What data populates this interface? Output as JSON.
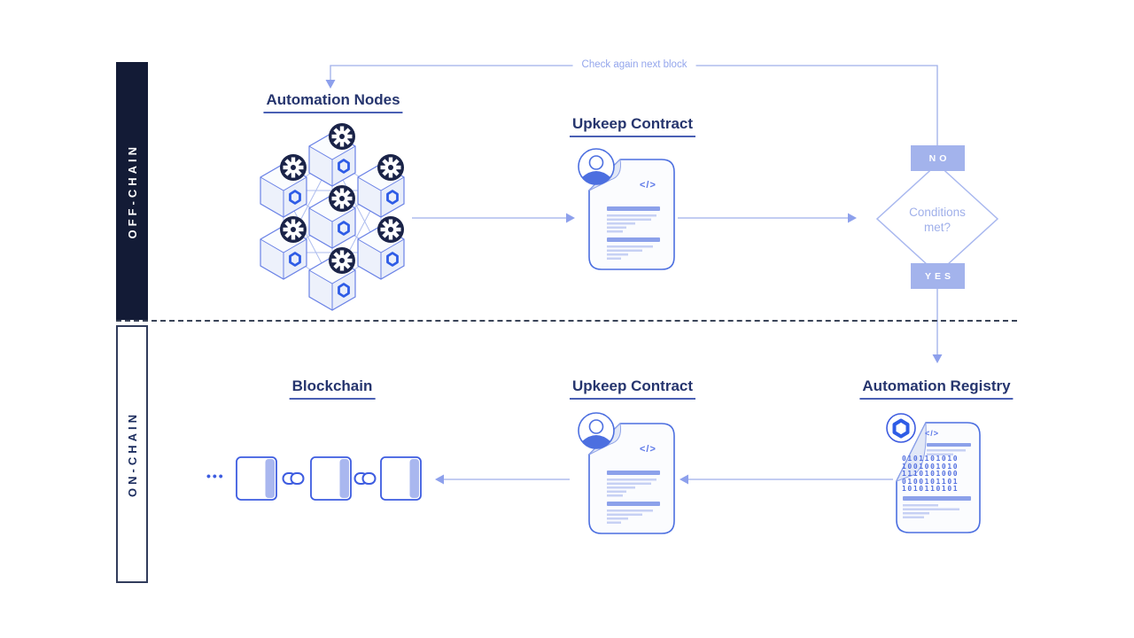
{
  "lanes": {
    "offchain": "OFF-CHAIN",
    "onchain": "ON-CHAIN"
  },
  "loop_label": "Check again next block",
  "offchain_flow": {
    "nodes_title": "Automation Nodes",
    "upkeep_title": "Upkeep Contract",
    "decision": {
      "question_line1": "Conditions",
      "question_line2": "met?",
      "no_label": "NO",
      "yes_label": "YES"
    }
  },
  "onchain_flow": {
    "blockchain_title": "Blockchain",
    "upkeep_title": "Upkeep Contract",
    "registry_title": "Automation Registry",
    "chain_ellipsis": "•••"
  },
  "doc_code_glyph": "</>",
  "registry_binary": [
    "0101101010",
    "1001001010",
    "1110101000",
    "0100101101",
    "1010110101"
  ],
  "colors": {
    "lane_navy": "#131B36",
    "title_navy": "#26356E",
    "chainlink_blue": "#2E5CE6",
    "doc_border_blue": "#4C6FE0",
    "periwinkle": "#A3B3EC",
    "connector": "#9FAFE9"
  }
}
